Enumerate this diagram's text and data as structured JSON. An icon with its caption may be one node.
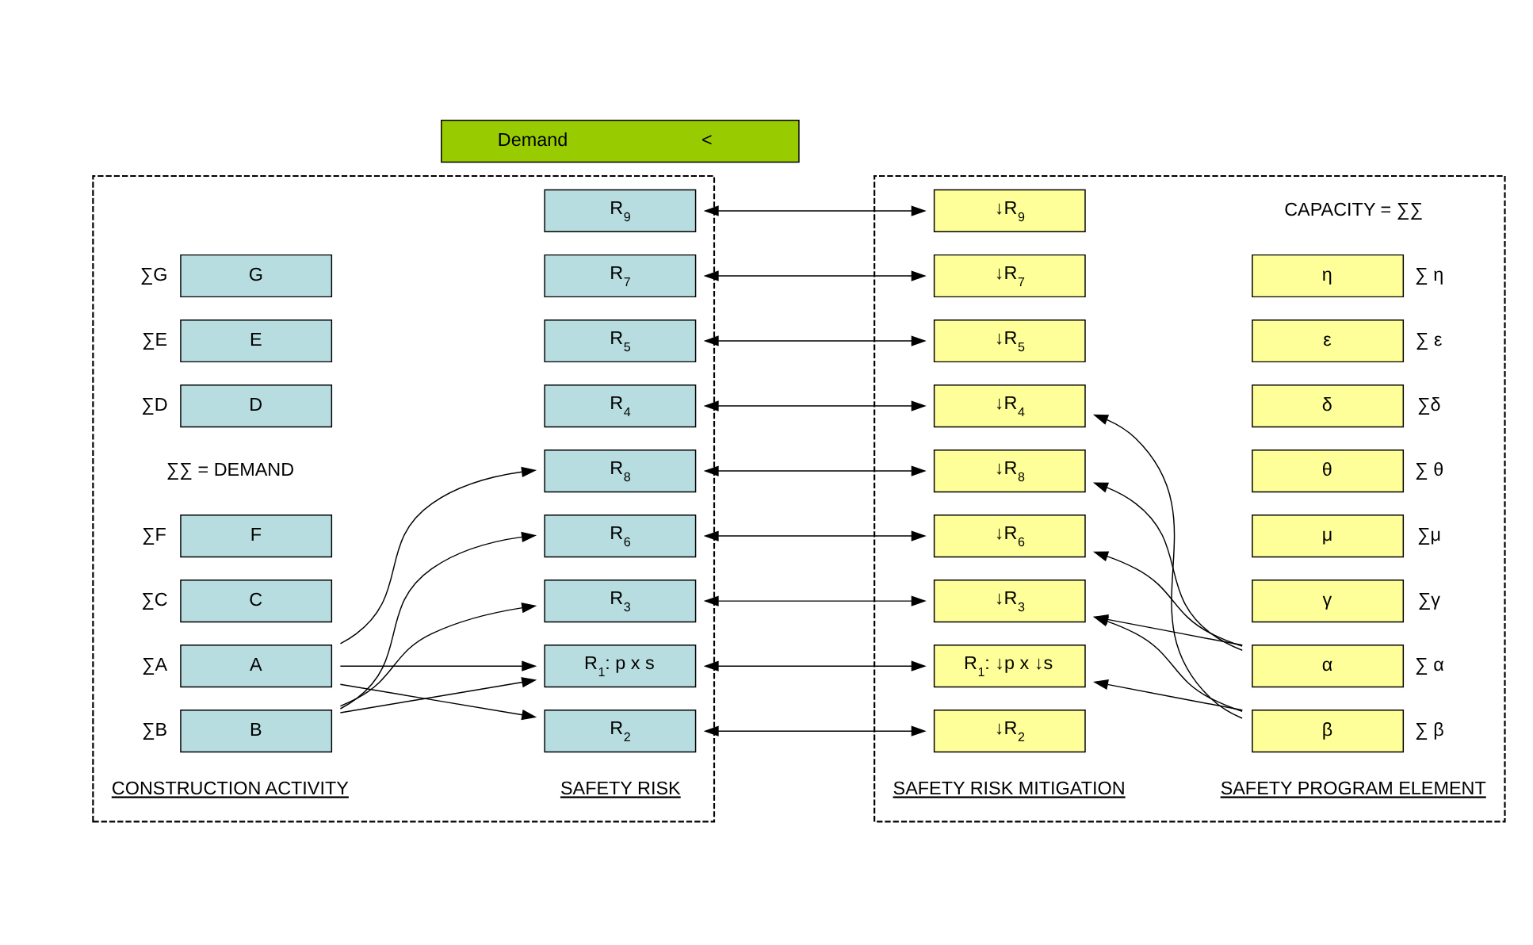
{
  "diagram": {
    "nodes": [
      {
        "text": [],
        "shape": "box"
      },
      {
        "text": [
          "A"
        ],
        "in": 0,
        "beside": [
          "∑A"
        ]
      },
      {
        "text": [
          "B"
        ],
        "in": 0,
        "beside": [
          "∑B"
        ]
      },
      {
        "text": [
          "C"
        ],
        "in": 0,
        "beside": [
          "∑C"
        ]
      },
      {
        "text": [
          "D"
        ],
        "in": 0,
        "beside": [
          "∑D"
        ]
      },
      {
        "text": [
          "E"
        ],
        "in": 0,
        "beside": [
          "∑E"
        ]
      },
      {
        "text": [
          "F"
        ],
        "in": 0,
        "beside": [
          "∑F"
        ]
      },
      {
        "text": [
          "G"
        ],
        "in": 0,
        "beside": [
          "∑G"
        ]
      },
      {
        "text": [
          "R$_{1}$: p x s"
        ],
        "in": 0
      },
      {
        "text": [
          "R$_{2}$"
        ],
        "in": 0
      },
      {
        "text": [
          "R$_{3}$"
        ],
        "in": 0
      },
      {
        "text": [
          "R$_{4}$"
        ],
        "in": 0
      },
      {
        "text": [
          "R$_{5}$"
        ],
        "in": 0
      },
      {
        "text": [
          "R$_{6}$"
        ],
        "in": 0
      },
      {
        "text": [
          "R$_{7}$"
        ],
        "in": 0
      },
      {
        "text": [
          "R$_{8}$"
        ],
        "in": 0
      },
      {
        "text": [
          "R$_{9}$"
        ],
        "in": 0
      },
      {
        "text": [],
        "shape": "box"
      },
      {
        "text": [
          "R$_{1}$: ↓p x ↓s"
        ],
        "in": 17
      },
      {
        "text": [
          "↓R$_{2}$"
        ],
        "in": 17
      },
      {
        "text": [
          "↓R$_{3}$"
        ],
        "in": 17
      },
      {
        "text": [
          "↓R$_{4}$"
        ],
        "in": 17
      },
      {
        "text": [
          "↓R$_{5}$"
        ],
        "in": 17
      },
      {
        "text": [
          "↓R$_{6}$"
        ],
        "in": 17
      },
      {
        "text": [
          "↓R$_{7}$"
        ],
        "in": 17
      },
      {
        "text": [
          "↓R$_{8}$"
        ],
        "in": 17
      },
      {
        "text": [
          "↓R$_{9}$"
        ],
        "in": 17
      },
      {
        "text": [
          "α"
        ],
        "in": 17,
        "beside": [
          "∑ α"
        ]
      },
      {
        "text": [
          "β"
        ],
        "in": 17,
        "beside": [
          "∑ β"
        ]
      },
      {
        "text": [
          "γ"
        ],
        "in": 17,
        "beside": [
          "∑γ"
        ]
      },
      {
        "text": [
          "δ"
        ],
        "in": 17,
        "beside": [
          "∑δ"
        ]
      },
      {
        "text": [
          "ε"
        ],
        "in": 17,
        "beside": [
          "∑ ε"
        ]
      },
      {
        "text": [
          "μ"
        ],
        "in": 17,
        "beside": [
          "∑μ"
        ]
      },
      {
        "text": [
          "η"
        ],
        "in": 17,
        "beside": [
          "∑ η"
        ]
      },
      {
        "text": [
          "θ"
        ],
        "in": 17,
        "beside": [
          "∑ θ"
        ]
      },
      {
        "text": [
          "Demand",
          "<"
        ]
      }
    ],
    "edges": [
      {
        "from": 1,
        "to": 8,
        "arrow": "to"
      },
      {
        "from": 1,
        "to": 9,
        "arrow": "to"
      },
      {
        "from": 1,
        "to": 15,
        "arrow": "to"
      },
      {
        "from": 2,
        "to": 8,
        "arrow": "to"
      },
      {
        "from": 2,
        "to": 10,
        "arrow": "to"
      },
      {
        "from": 2,
        "to": 13,
        "arrow": "to"
      },
      {
        "from": 8,
        "to": 18,
        "arrow": "both"
      },
      {
        "from": 9,
        "to": 19,
        "arrow": "both"
      },
      {
        "from": 10,
        "to": 20,
        "arrow": "both"
      },
      {
        "from": 11,
        "to": 21,
        "arrow": "both"
      },
      {
        "from": 12,
        "to": 22,
        "arrow": "both"
      },
      {
        "from": 13,
        "to": 23,
        "arrow": "both"
      },
      {
        "from": 14,
        "to": 24,
        "arrow": "both"
      },
      {
        "from": 15,
        "to": 25,
        "arrow": "both"
      },
      {
        "from": 16,
        "to": 26,
        "arrow": "both"
      },
      {
        "from": 27,
        "to": 20,
        "arrow": "to"
      },
      {
        "from": 27,
        "to": 23,
        "arrow": "to"
      },
      {
        "from": 27,
        "to": 25,
        "arrow": "to"
      },
      {
        "from": 28,
        "to": 18,
        "arrow": "to"
      },
      {
        "from": 28,
        "to": 20,
        "arrow": "to"
      },
      {
        "from": 28,
        "to": 21,
        "arrow": "to"
      }
    ],
    "labels": [
      "CONSTRUCTION ACTIVITY",
      "SAFETY RISK",
      "SAFETY RISK MITIGATION",
      "SAFETY PROGRAM ELEMENT",
      "∑∑ = DEMAND",
      "CAPACITY = ∑∑"
    ]
  }
}
